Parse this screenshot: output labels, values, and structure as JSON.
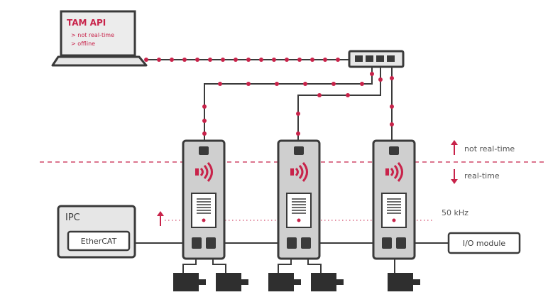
{
  "laptop": {
    "title": "TAM API",
    "bullets": [
      "> not real-time",
      "> offline"
    ]
  },
  "zones": {
    "upper": "not real-time",
    "lower": "real-time"
  },
  "frequency": "50 kHz",
  "ipc": {
    "label": "IPC",
    "bus": "EtherCAT"
  },
  "io_module": "I/O module",
  "colors": {
    "accent": "#c8234a",
    "stroke": "#3a3a3a",
    "fill": "#e6e6e6",
    "device": "#cfcfcf",
    "motor": "#2f2f2f"
  }
}
